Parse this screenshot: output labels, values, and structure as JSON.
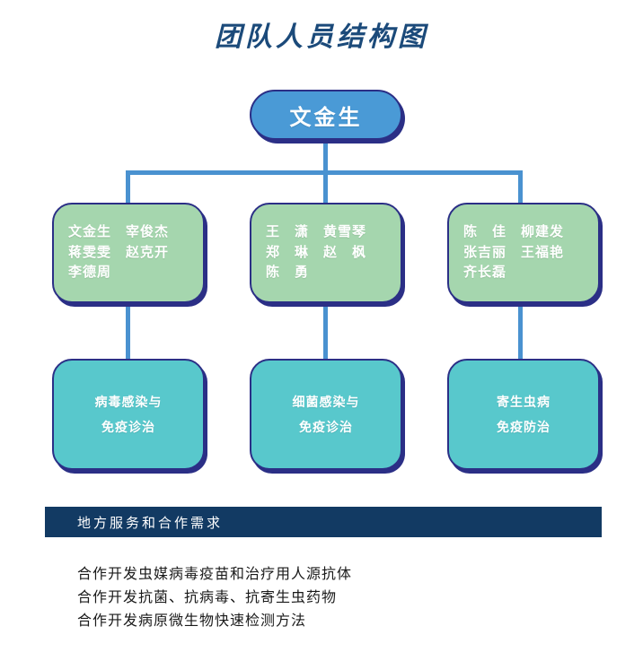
{
  "page": {
    "title": "团队人员结构图"
  },
  "colors": {
    "title": "#1b4a7a",
    "root_box": "#4a9ad6",
    "member_box": "#a5d6ae",
    "topic_box": "#58c8cc",
    "box_border": "#2b2f86",
    "connector": "#4a92d0",
    "banner": "#123a63",
    "box_text": "#ffffff",
    "body_text": "#1a1a1a"
  },
  "chart_data": {
    "type": "diagram",
    "title": "团队人员结构图",
    "root": {
      "label": "文金生"
    },
    "branches": [
      {
        "members": [
          "文金生　宰俊杰",
          "蒋雯雯　赵克开",
          "李德周"
        ],
        "topic": [
          "病毒感染与",
          "免疫诊治"
        ]
      },
      {
        "members": [
          "王　潇　黄雪琴",
          "郑　琳　赵　枫",
          "陈　勇"
        ],
        "topic": [
          "细菌感染与",
          "免疫诊治"
        ]
      },
      {
        "members": [
          "陈　佳　柳建发",
          "张吉丽　王福艳",
          "齐长磊"
        ],
        "topic": [
          "寄生虫病",
          "免疫防治"
        ]
      }
    ]
  },
  "banner": {
    "label": "地方服务和合作需求"
  },
  "requirements": [
    "合作开发虫媒病毒疫苗和治疗用人源抗体",
    "合作开发抗菌、抗病毒、抗寄生虫药物",
    "合作开发病原微生物快速检测方法"
  ]
}
